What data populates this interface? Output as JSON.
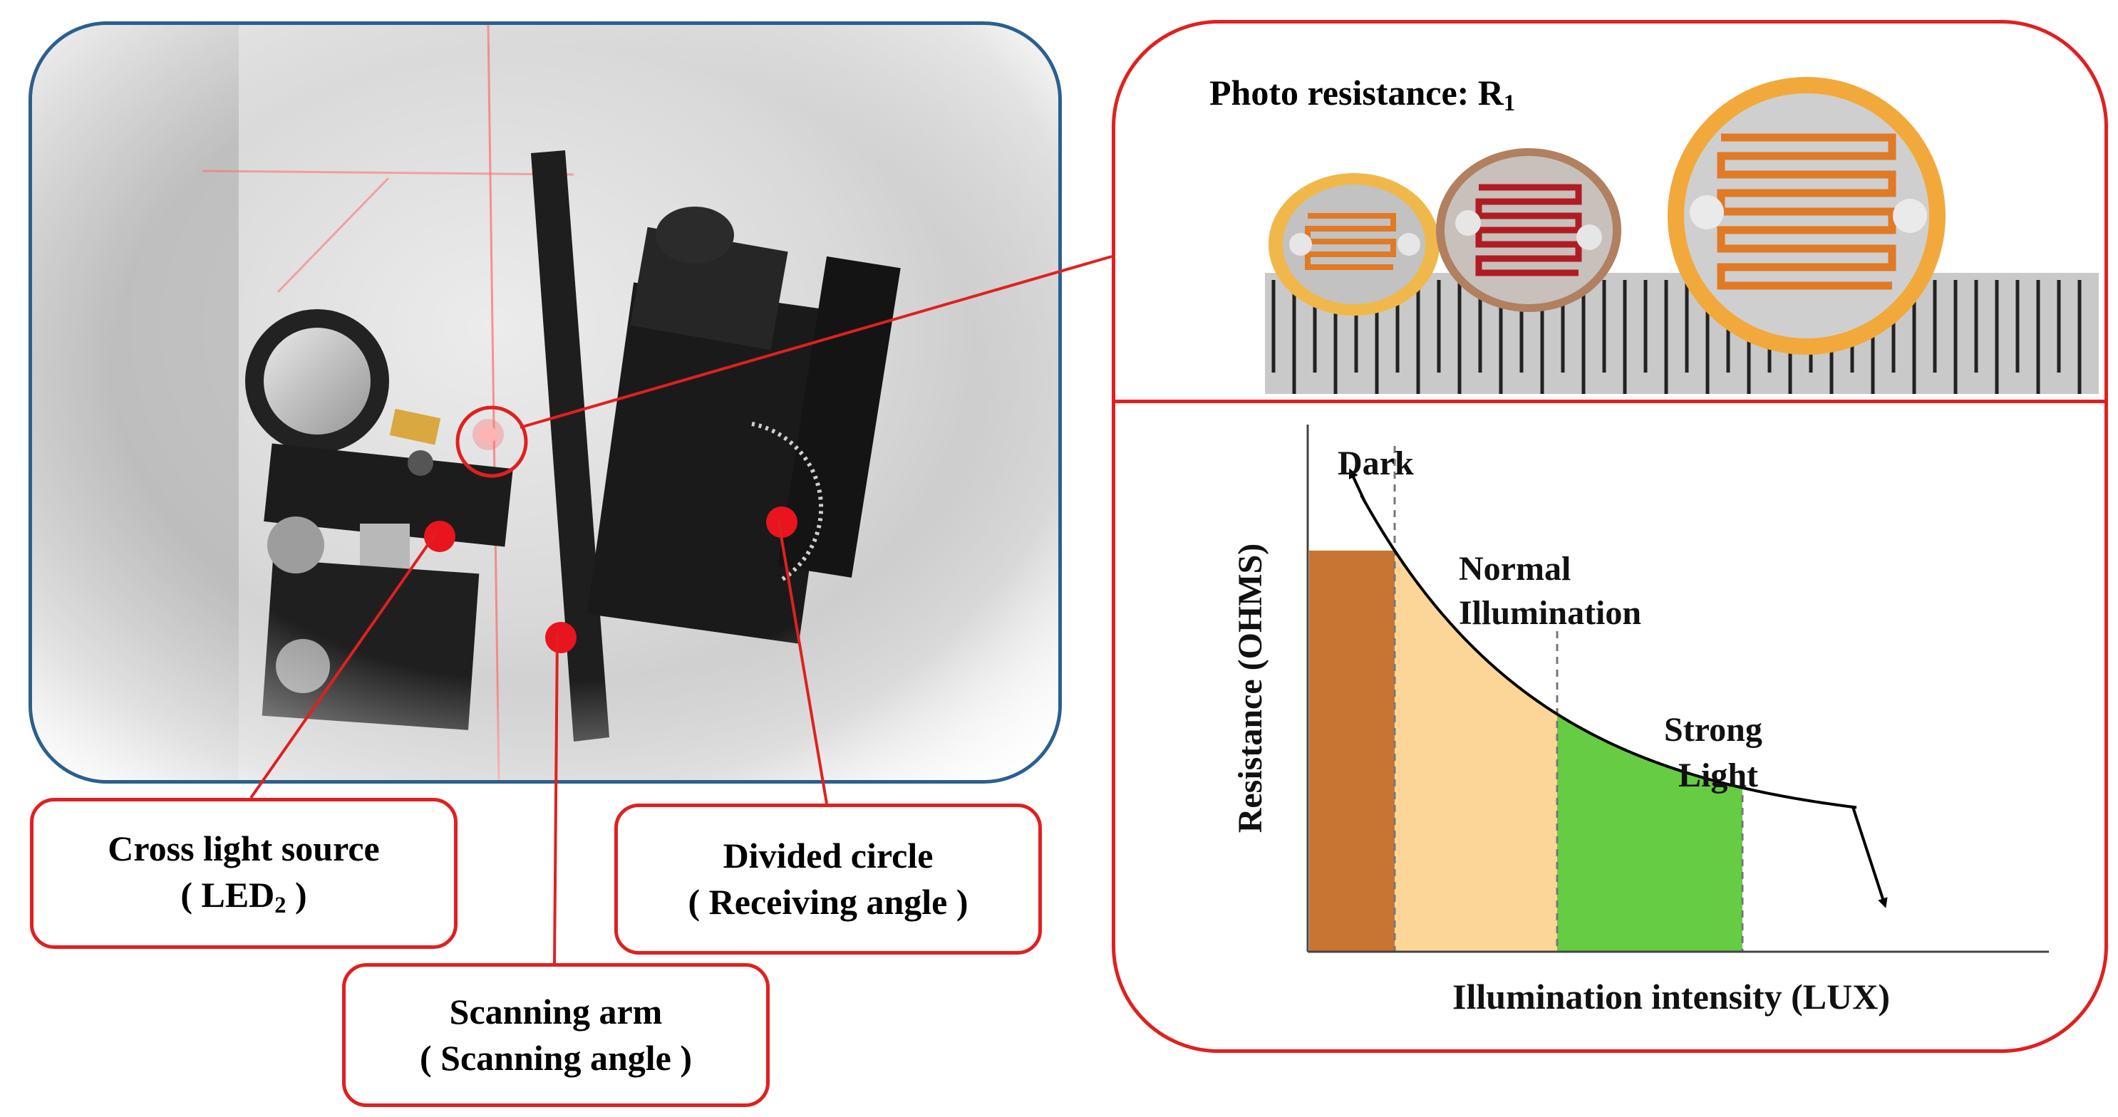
{
  "labels": {
    "cross_light": {
      "line1": "Cross light source",
      "line2_prefix": "( LED",
      "line2_sub": "2",
      "line2_suffix": " )"
    },
    "scanning_arm": {
      "line1": "Scanning arm",
      "line2": "( Scanning angle )"
    },
    "divided_circle": {
      "line1": "Divided circle",
      "line2": "( Receiving angle )"
    }
  },
  "photo_resistance": {
    "label_prefix": "Photo resistance: R",
    "label_sub": "1"
  },
  "colors": {
    "photo_frame_border": "#2b5f8e",
    "accent_red": "#e02020",
    "dark_region": "#c87533",
    "normal_region": "#fcd699",
    "strong_region": "#66cc44"
  },
  "chart_data": {
    "type": "area",
    "title": "",
    "xlabel": "Illumination intensity (LUX)",
    "ylabel": "Resistance (OHMS)",
    "regions": [
      {
        "label": "Dark"
      },
      {
        "label": "Normal Illumination",
        "lines": [
          "Normal",
          "Illumination"
        ]
      },
      {
        "label": "Strong Light",
        "lines": [
          "Strong",
          "Light"
        ]
      }
    ],
    "curve": "decreasing",
    "ticks": "none",
    "grid": false
  }
}
